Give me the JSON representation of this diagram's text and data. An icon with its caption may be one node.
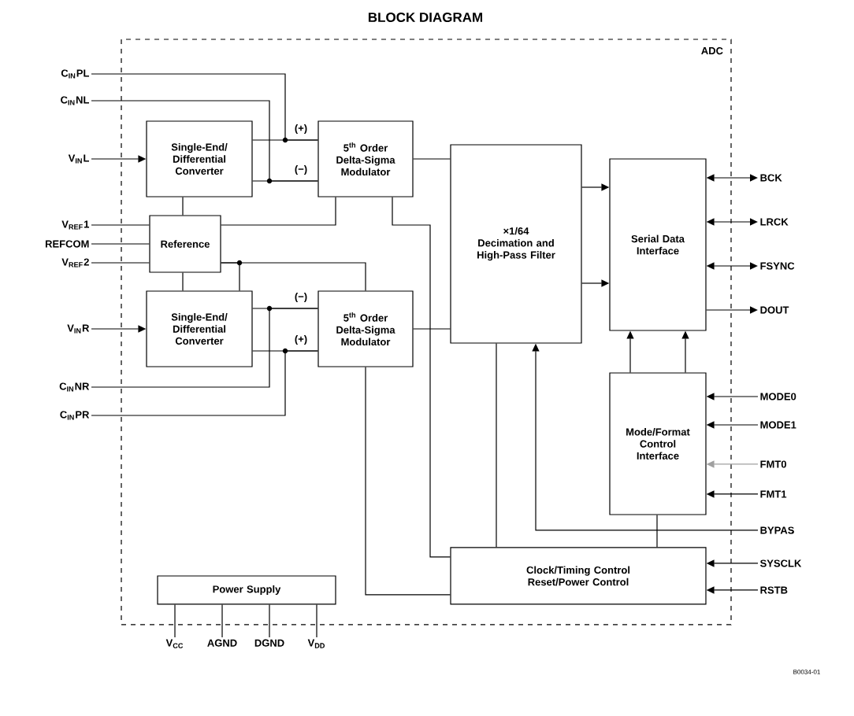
{
  "diagram": {
    "title": "BLOCK DIAGRAM",
    "nodes": [
      {
        "text": [
          "ADC"
        ]
      },
      {
        "text": [
          "C$_{IN}$PL"
        ]
      },
      {
        "text": [
          "C$_{IN}$NL"
        ]
      },
      {
        "text": [
          "Single-End/ Differential Converter"
        ],
        "in": 0
      },
      {
        "text": [
          "\\mathbf{5}^{\\text{th}}\\text{ Order}",
          "Delta-Sigma Modulator"
        ],
        "in": 0
      },
      {
        "text": [
          "V$_{IN}$L"
        ]
      },
      {
        "text": [
          "V$_{REF}$1"
        ]
      },
      {
        "text": [
          "Reference"
        ],
        "in": 0
      },
      {
        "text": [
          "REFCOM"
        ]
      },
      {
        "text": [
          "V$_{REF}$2"
        ]
      },
      {
        "text": [
          "Single-End/ Differential Converter"
        ],
        "in": 0
      },
      {
        "text": [
          "\\mathbf{5}^{\\text{th}}\\text{ Order}",
          "Delta-Sigma Modulator"
        ],
        "in": 0
      },
      {
        "text": [
          "V$_{IN}$R"
        ]
      },
      {
        "text": [
          "C$_{IN}$NR"
        ]
      },
      {
        "text": [
          "C$_{IN}$PR"
        ]
      },
      {
        "text": [
          "×1/64 Decimation and High-Pass Filter"
        ],
        "in": 0
      },
      {
        "text": [
          "Serial Data Interface"
        ],
        "in": 0
      },
      {
        "text": [
          "BCK"
        ]
      },
      {
        "text": [
          "LRCK"
        ]
      },
      {
        "text": [
          "FSYNC"
        ]
      },
      {
        "text": [
          "DOUT"
        ]
      },
      {
        "text": [
          "Mode/Format Control Interface"
        ],
        "in": 0
      },
      {
        "text": [
          "MODE0"
        ]
      },
      {
        "text": [
          "MODE1"
        ]
      },
      {
        "text": [
          "FMT0"
        ]
      },
      {
        "text": [
          "FMT1"
        ]
      },
      {
        "text": [
          "BYPAS"
        ]
      },
      {
        "text": [
          "Clock/Timing Control Reset/Power Control"
        ],
        "in": 0
      },
      {
        "text": [
          "SYSCLK"
        ]
      },
      {
        "text": [
          "RSTB"
        ]
      },
      {
        "text": [
          "Power Supply"
        ],
        "in": 0
      },
      {
        "text": [
          "V$_{CC}$"
        ]
      },
      {
        "text": [
          "AGND"
        ]
      },
      {
        "text": [
          "DGND"
        ]
      },
      {
        "text": [
          "V$_{DD}$"
        ]
      }
    ],
    "edges": [
      {
        "from": 1,
        "to": 4,
        "arrow": "none"
      },
      {
        "from": 2,
        "to": 4,
        "arrow": "none"
      },
      {
        "from": 5,
        "to": 3,
        "arrow": "to"
      },
      {
        "from": 3,
        "to": 4,
        "arrow": "none",
        "label": "(+)"
      },
      {
        "from": 3,
        "to": 4,
        "arrow": "none",
        "label": "(−)"
      },
      {
        "from": 4,
        "to": 15,
        "arrow": "none"
      },
      {
        "from": 6,
        "to": 7,
        "arrow": "none"
      },
      {
        "from": 8,
        "to": 7,
        "arrow": "none"
      },
      {
        "from": 9,
        "to": 7,
        "arrow": "none"
      },
      {
        "from": 7,
        "to": 3,
        "arrow": "none"
      },
      {
        "from": 7,
        "to": 4,
        "arrow": "none"
      },
      {
        "from": 7,
        "to": 10,
        "arrow": "none"
      },
      {
        "from": 7,
        "to": 10,
        "arrow": "none"
      },
      {
        "from": 7,
        "to": 11,
        "arrow": "none"
      },
      {
        "from": 10,
        "to": 11,
        "arrow": "none",
        "label": "(−)"
      },
      {
        "from": 10,
        "to": 11,
        "arrow": "none",
        "label": "(+)"
      },
      {
        "from": 12,
        "to": 10,
        "arrow": "to"
      },
      {
        "from": 13,
        "to": 11,
        "arrow": "none"
      },
      {
        "from": 14,
        "to": 11,
        "arrow": "none"
      },
      {
        "from": 11,
        "to": 15,
        "arrow": "none"
      },
      {
        "from": 4,
        "to": 27,
        "arrow": "none"
      },
      {
        "from": 11,
        "to": 27,
        "arrow": "none"
      },
      {
        "from": 15,
        "to": 16,
        "arrow": "to"
      },
      {
        "from": 15,
        "to": 16,
        "arrow": "to"
      },
      {
        "from": 16,
        "to": 17,
        "arrow": "both"
      },
      {
        "from": 16,
        "to": 18,
        "arrow": "both"
      },
      {
        "from": 16,
        "to": 19,
        "arrow": "both"
      },
      {
        "from": 16,
        "to": 20,
        "arrow": "to"
      },
      {
        "from": 21,
        "to": 16,
        "arrow": "to"
      },
      {
        "from": 21,
        "to": 16,
        "arrow": "to"
      },
      {
        "from": 22,
        "to": 21,
        "arrow": "to"
      },
      {
        "from": 23,
        "to": 21,
        "arrow": "to"
      },
      {
        "from": 24,
        "to": 21,
        "arrow": "to",
        "color": "#a0a0a0"
      },
      {
        "from": 25,
        "to": 21,
        "arrow": "to"
      },
      {
        "from": 26,
        "to": 15,
        "arrow": "to"
      },
      {
        "from": 15,
        "to": 27,
        "arrow": "none"
      },
      {
        "from": 21,
        "to": 27,
        "arrow": "none"
      },
      {
        "from": 28,
        "to": 27,
        "arrow": "to"
      },
      {
        "from": 29,
        "to": 27,
        "arrow": "to"
      },
      {
        "from": 30,
        "to": 31,
        "arrow": "none"
      },
      {
        "from": 30,
        "to": 32,
        "arrow": "none"
      },
      {
        "from": 30,
        "to": 33,
        "arrow": "none"
      },
      {
        "from": 30,
        "to": 34,
        "arrow": "none"
      }
    ],
    "labels": [
      "B0034-01"
    ]
  }
}
